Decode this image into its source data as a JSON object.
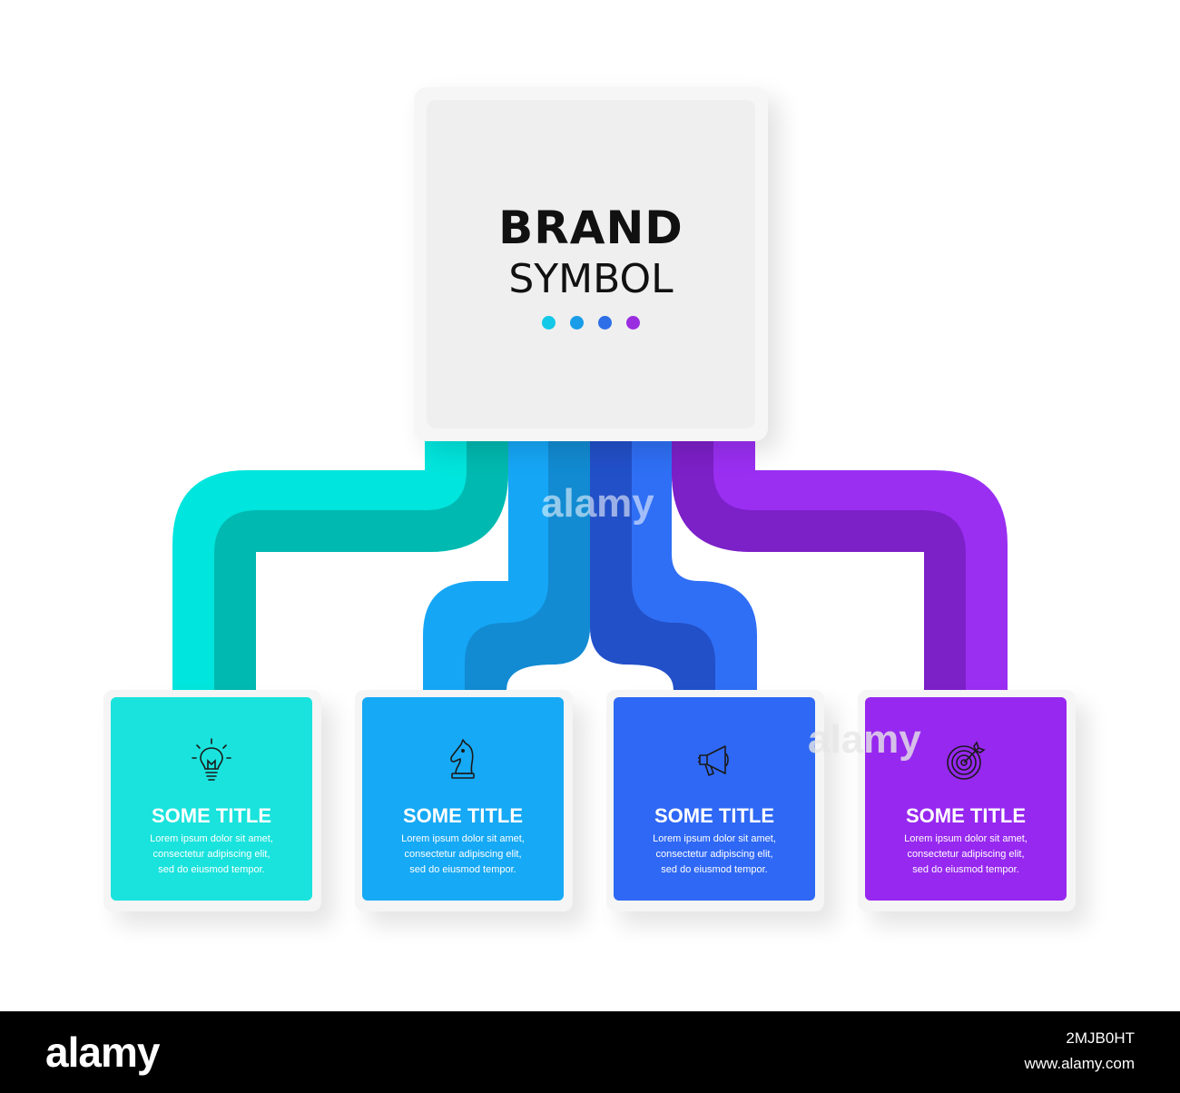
{
  "hub": {
    "title": "BRAND",
    "subtitle": "SYMBOL",
    "dot_colors": [
      "#14c8e8",
      "#1a9de8",
      "#2e6fe8",
      "#9b2de0"
    ]
  },
  "cards": [
    {
      "title": "SOME TITLE",
      "text": "Lorem ipsum dolor sit amet,\nconsectetur adipiscing elit,\nsed do eiusmod tempor.",
      "icon": "lightbulb-icon",
      "color": "#19e3dc"
    },
    {
      "title": "SOME TITLE",
      "text": "Lorem ipsum dolor sit amet,\nconsectetur adipiscing elit,\nsed do eiusmod tempor.",
      "icon": "chess-knight-icon",
      "color": "#16a9f5"
    },
    {
      "title": "SOME TITLE",
      "text": "Lorem ipsum dolor sit amet,\nconsectetur adipiscing elit,\nsed do eiusmod tempor.",
      "icon": "megaphone-icon",
      "color": "#2f68f5"
    },
    {
      "title": "SOME TITLE",
      "text": "Lorem ipsum dolor sit amet,\nconsectetur adipiscing elit,\nsed do eiusmod tempor.",
      "icon": "target-dart-icon",
      "color": "#9728f0"
    }
  ],
  "connector_colors": {
    "teal": [
      "#00e5dd",
      "#00b9b0"
    ],
    "blue": [
      "#16a6f6",
      "#128bd2"
    ],
    "royal": [
      "#2f6ff5",
      "#2250c8"
    ],
    "purple": [
      "#9a2ff2",
      "#7c20c8"
    ]
  },
  "watermark": {
    "text": "alamy"
  },
  "footer": {
    "logo": "alamy",
    "image_id": "2MJB0HT",
    "url": "www.alamy.com"
  }
}
